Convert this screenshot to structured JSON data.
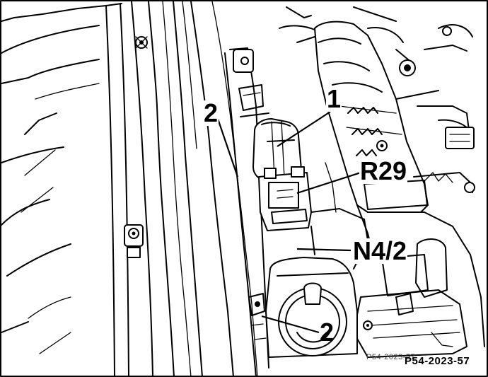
{
  "figure": {
    "reference_code": "P54-2023-57",
    "reference_code_overlap": "P54-2023-57"
  },
  "callouts": [
    {
      "id": "callout-1",
      "text": "1"
    },
    {
      "id": "callout-2-upper",
      "text": "2"
    },
    {
      "id": "callout-r29",
      "text": "R29"
    },
    {
      "id": "callout-n4-2",
      "text": "N4/2"
    },
    {
      "id": "callout-2-lower",
      "text": "2"
    }
  ]
}
